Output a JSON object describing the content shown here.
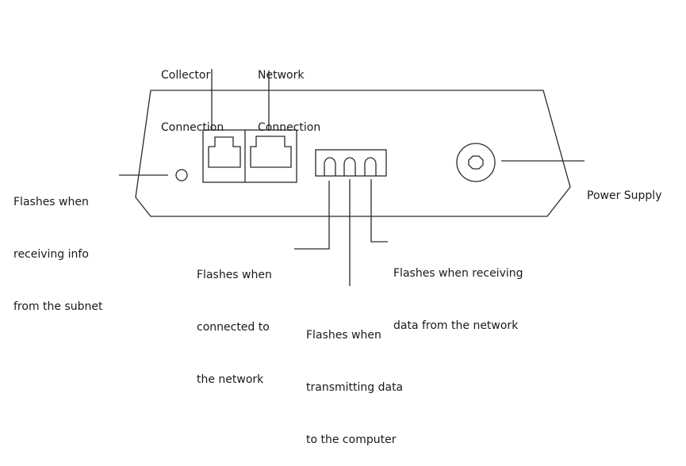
{
  "diagram": {
    "title": "Network device rear panel",
    "labels": {
      "collector_connection": [
        "Collector",
        "Connection"
      ],
      "network_connection": [
        "Network",
        "Connection"
      ],
      "subnet_led": [
        "Flashes when",
        "receiving info",
        "from the subnet"
      ],
      "power_supply": [
        "Power Supply"
      ],
      "connected_led": [
        "Flashes when",
        "connected to",
        "the network"
      ],
      "transmit_led": [
        "Flashes when",
        "transmitting data",
        "to the computer"
      ],
      "receive_led": [
        "Flashes when receiving",
        "data from the network"
      ]
    },
    "colors": {
      "line": "#2a2a2a",
      "text": "#1a1a1a",
      "background": "#ffffff"
    }
  }
}
